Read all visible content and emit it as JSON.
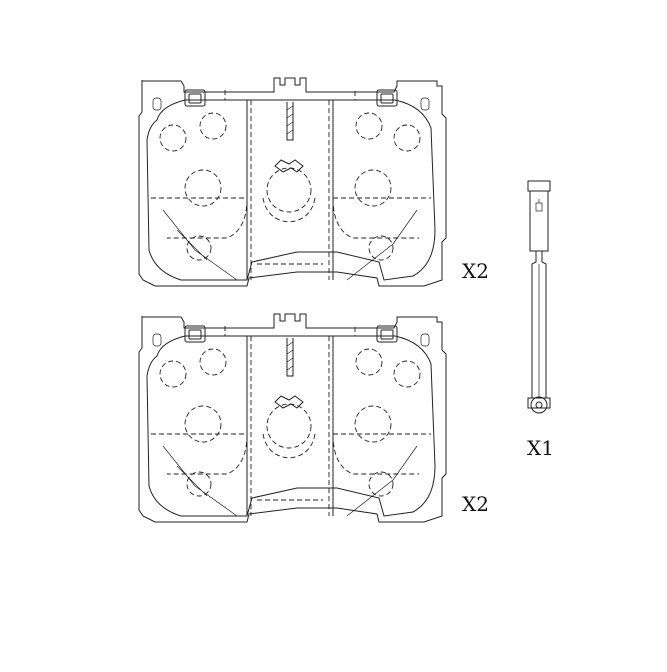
{
  "diagram": {
    "pad_set_top": {
      "qty_label": "X2"
    },
    "pad_set_bottom": {
      "qty_label": "X2"
    },
    "wear_sensor": {
      "qty_label": "X1"
    }
  }
}
